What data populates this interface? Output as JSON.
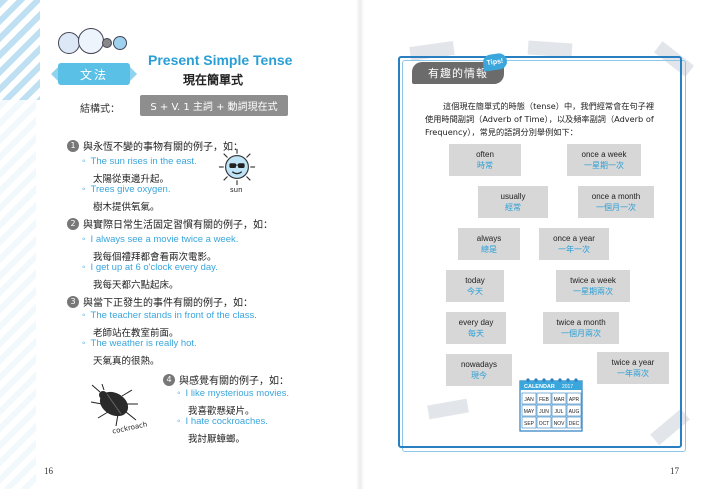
{
  "left_page": {
    "badge": "文法",
    "title_en": "Present Simple Tense",
    "title_zh": "現在簡單式",
    "structure_label": "結構式：",
    "structure_formula": "S + V. 1  主詞 + 動詞現在式",
    "sun_label": "sun",
    "cockroach_label": "cockroach",
    "sections": [
      {
        "num": "1",
        "heading": "與永恆不變的事物有關的例子，如：",
        "examples": [
          {
            "en": "The sun rises in the east.",
            "zh": "太陽從東邊升起。"
          },
          {
            "en": "Trees give oxygen.",
            "zh": "樹木提供氧氣。"
          }
        ]
      },
      {
        "num": "2",
        "heading": "與實際日常生活固定習慣有關的例子，如：",
        "examples": [
          {
            "en": "I always see a movie twice a week.",
            "zh": "我每個禮拜都會看兩次電影。"
          },
          {
            "en": "I get up at 6 o'clock every day.",
            "zh": "我每天都六點起床。"
          }
        ]
      },
      {
        "num": "3",
        "heading": "與當下正發生的事件有關的例子，如：",
        "examples": [
          {
            "en": "The teacher stands in front of the class.",
            "zh": "老師站在教室前面。"
          },
          {
            "en": "The weather is really hot.",
            "zh": "天氣真的很熱。"
          }
        ]
      },
      {
        "num": "4",
        "heading": "與感覺有關的例子，如：",
        "examples": [
          {
            "en": "I like mysterious movies.",
            "zh": "我喜歡懸疑片。"
          },
          {
            "en": "I hate cockroaches.",
            "zh": "我討厭蟑螂。"
          }
        ]
      }
    ],
    "page_number": "16"
  },
  "right_page": {
    "tab_label": "有趣的情報",
    "tips_label": "Tips!",
    "intro_lines": [
      "這個現在簡單式的時態（tense）中，我們經常會在句子裡",
      "使用時間副詞（Adverb of Time），以及頻率副詞（Adverb of",
      "Frequency），常見的語詞分別舉例如下："
    ],
    "cards": [
      {
        "en": "often",
        "zh": "時常"
      },
      {
        "en": "once a week",
        "zh": "一星期一次"
      },
      {
        "en": "usually",
        "zh": "經常"
      },
      {
        "en": "once a month",
        "zh": "一個月一次"
      },
      {
        "en": "always",
        "zh": "總是"
      },
      {
        "en": "once a year",
        "zh": "一年一次"
      },
      {
        "en": "today",
        "zh": "今天"
      },
      {
        "en": "twice a week",
        "zh": "一星期兩次"
      },
      {
        "en": "every day",
        "zh": "每天"
      },
      {
        "en": "twice a month",
        "zh": "一個月兩次"
      },
      {
        "en": "nowadays",
        "zh": "現今"
      },
      {
        "en": "twice a year",
        "zh": "一年兩次"
      }
    ],
    "calendar": {
      "title": "CALENDAR",
      "year": "2017",
      "months": [
        "JAN",
        "FEB",
        "MAR",
        "APR",
        "MAY",
        "JUN",
        "JUL",
        "AUG",
        "SEP",
        "OCT",
        "NOV",
        "DEC"
      ]
    },
    "page_number": "17"
  },
  "colors": {
    "accent_blue": "#3aa6dc",
    "frame_blue": "#2a7fc0",
    "card_gray": "#d7d7d7",
    "badge_gray": "#8e8e8e"
  }
}
